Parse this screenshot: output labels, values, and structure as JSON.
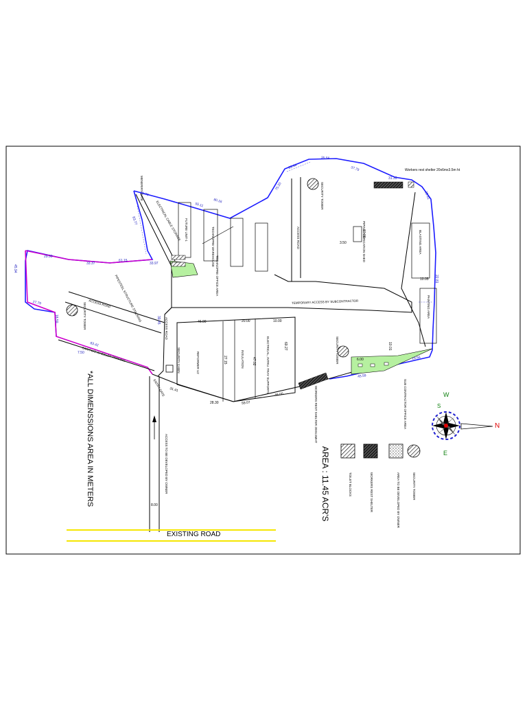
{
  "labels": {
    "workers_rest_shelter_note": "Workers rest shelter 20x6mx3.5m ht",
    "meneriry_gate": "MENERIRY GATE",
    "electrical_cable_storage": "ELECTRICAL CABLE STORAGE",
    "future_unit": "FUTURE UNIT-1",
    "technopre_warehouse": "TECHNOPRE WAREHOUSE",
    "technopre_office": "TECHNOPRE OFFICE AREA",
    "access_road_top": "ACCESS ROAD",
    "piping_fabrication": "PIPING FABRICATION SHED",
    "blasting_area": "BLASTING AREA",
    "painting_area": "PAINTING AREA",
    "security_tower_top": "SECURITY TOWER",
    "temporary_access": "TEMPORARY ACCESS BY SUBCONTRACTOR",
    "prefab_stacking": "PIPESTEEL STRUCTURE STACKING",
    "access_road_left": "ACCESS ROAD",
    "security_tower_left": "SECURITY TOWER",
    "access_road_mid": "ACCESS ROAD",
    "car_parking": "CAR/TWO WHEELER PARKING",
    "security_cabin": "SECURITY CABIN",
    "reformer": "REFORMER U2",
    "insulation": "INSULATION",
    "electrical_supports": "ELECTRICAL, INTRU. TRAY SUPPORTS",
    "security_tower_right": "SECURITY TOWER",
    "sub_contractor_office": "SUB CONTRACTOR OFFICE AREA",
    "workers_rest_shelter_bottom": "WORKERS REST SHELTER 20X6.5MHT",
    "entry_gate": "ENTRY GATE",
    "access_to_be_developed": "ACCESS TO BE DEVELOPED BY OWNER",
    "all_dimensions": "*ALL DIMENSSIONS AREA IN METERS",
    "area": "AREA : 11.45 ACR'S",
    "existing_road": "EXISTING ROAD"
  },
  "legend": [
    {
      "label": "SECURITY TOWER",
      "symbol": "hatched-circle"
    },
    {
      "label": "AREA TO BE DEVELOPED BY OWNER",
      "symbol": "dotted-square"
    },
    {
      "label": "WORKERS REST SHELTER",
      "symbol": "dark-hatched-square"
    },
    {
      "label": "TOILET BLOCKS",
      "symbol": "hatched-square"
    }
  ],
  "compass": {
    "n": "N",
    "s": "S",
    "e": "E",
    "w": "W"
  },
  "dimensions": {
    "d_26_70": "26.70",
    "d_80_16": "80.16",
    "d_55_11": "55.11",
    "d_75_20": "75.20",
    "d_35_56": "35.56",
    "d_37_79": "37.79",
    "d_22_34": "22.34",
    "d_31_39": "31.39",
    "d_22_81": "22.81",
    "d_25_91": "25.91",
    "d_19_56": "19.56",
    "d_45_59": "45.59",
    "d_83_77": "83.77",
    "d_61_15": "61.15",
    "d_33_97": "33.97",
    "d_27_79": "27.79",
    "d_18_59": "18.59",
    "d_83_42": "83.42",
    "d_39_45": "39.45",
    "d_7_50": "7.50",
    "d_46_90": "46.90",
    "d_20_00": "20.00",
    "d_10_00": "10.00",
    "d_69_27": "69.27",
    "d_47_02": "47.02",
    "d_27_15": "27.15",
    "d_31_41": "31.41",
    "d_28_30": "28.30",
    "d_59_07": "59.07",
    "d_46_00": "46.00",
    "d_10_05": "10.05",
    "d_6_00": "6.00",
    "d_10_01": "10.01",
    "d_3_50": "3.50",
    "d_10_00b": "10.00",
    "d_8_00": "8.00"
  },
  "colors": {
    "frame": "#000000",
    "boundary_blue": "#1a1aff",
    "boundary_magenta": "#cc00cc",
    "green_area": "#b6f0a0",
    "road_yellow": "#f5e600",
    "compass_red": "#e00000",
    "compass_blue": "#2020d0",
    "compass_green": "#108010"
  }
}
